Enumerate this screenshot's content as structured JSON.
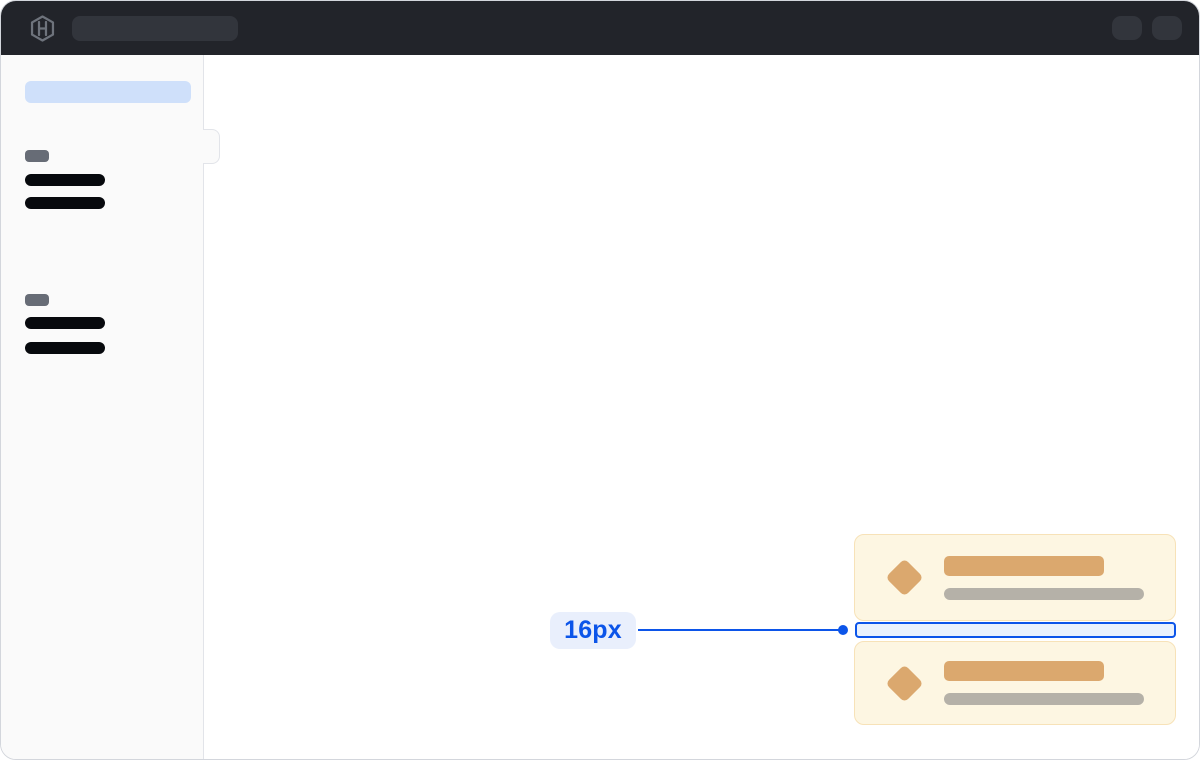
{
  "navbar": {
    "logo_icon": "hashicorp-logo-icon",
    "skeletons": {
      "search": true,
      "buttons": 2
    }
  },
  "sidebar": {
    "selected_item_skeleton": true,
    "groups": [
      {
        "label_pill": true,
        "item_bars": 2
      },
      {
        "label_pill": true,
        "item_bars": 2
      }
    ]
  },
  "cards": [
    {
      "icon": "diamond-icon",
      "title_skeleton": true,
      "text_skeleton": true
    },
    {
      "icon": "diamond-icon",
      "title_skeleton": true,
      "text_skeleton": true
    }
  ],
  "annotation": {
    "spacing_label": "16px",
    "measured_property": "gap-between-cards"
  },
  "colors": {
    "frame-border": "#d3d6dc",
    "navbar-bg": "#22242a",
    "navbar-skeleton": "#32353c",
    "logo-gray": "#6e737c",
    "sidebar-bg": "#fafafa",
    "sidebar-border": "#e2e4e9",
    "selected-blue": "#cfe0fa",
    "label-gray": "#676c76",
    "skeleton-black": "#07090d",
    "card-bg": "#fdf6e2",
    "card-border": "#f7e2b8",
    "card-orange": "#dba86e",
    "card-gray": "#b5b1a8",
    "accent-blue": "#0c55e9",
    "accent-blue-fill": "#eaf2fd",
    "label-bg": "#e9effc"
  }
}
